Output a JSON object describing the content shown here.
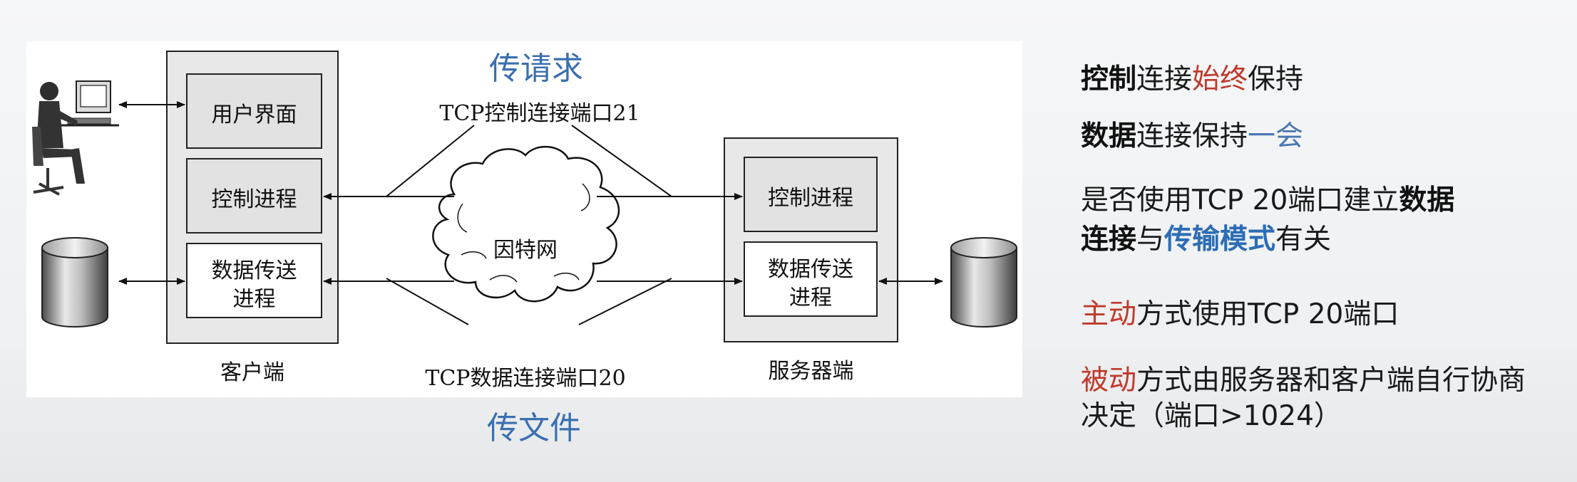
{
  "diagram": {
    "client": {
      "ui_label": "用户界面",
      "control_label": "控制进程",
      "data_label_1": "数据传送",
      "data_label_2": "进程",
      "caption": "客户端"
    },
    "server": {
      "control_label": "控制进程",
      "data_label_1": "数据传送",
      "data_label_2": "进程",
      "caption": "服务器端"
    },
    "internet_label": "因特网",
    "control_conn_label": "TCP控制连接端口21",
    "data_conn_label": "TCP数据连接端口20",
    "note_request": "传请求",
    "note_file": "传文件"
  },
  "notes": [
    {
      "segments": [
        {
          "text": "控制",
          "style": "bold"
        },
        {
          "text": "连接",
          "style": "normal"
        },
        {
          "text": "始终",
          "style": "red"
        },
        {
          "text": "保持",
          "style": "normal"
        }
      ]
    },
    {
      "segments": [
        {
          "text": "数据",
          "style": "bold"
        },
        {
          "text": "连接保持",
          "style": "normal"
        },
        {
          "text": "一会",
          "style": "blue"
        }
      ]
    },
    {
      "segments": [
        {
          "text": "是否使用TCP 20端口建立",
          "style": "normal"
        },
        {
          "text": "数据",
          "style": "bold"
        }
      ]
    },
    {
      "segments": [
        {
          "text": "连接",
          "style": "bold"
        },
        {
          "text": "与",
          "style": "normal"
        },
        {
          "text": "传输模式",
          "style": "blue-bold"
        },
        {
          "text": "有关",
          "style": "normal"
        }
      ]
    },
    {
      "segments": [
        {
          "text": "主动",
          "style": "red"
        },
        {
          "text": "方式使用TCP 20端口",
          "style": "normal"
        }
      ]
    },
    {
      "segments": [
        {
          "text": "被动",
          "style": "red"
        },
        {
          "text": "方式由服务器和客户端自行协商",
          "style": "normal"
        }
      ]
    },
    {
      "segments": [
        {
          "text": "决定（端口>1024）",
          "style": "normal"
        }
      ]
    }
  ]
}
